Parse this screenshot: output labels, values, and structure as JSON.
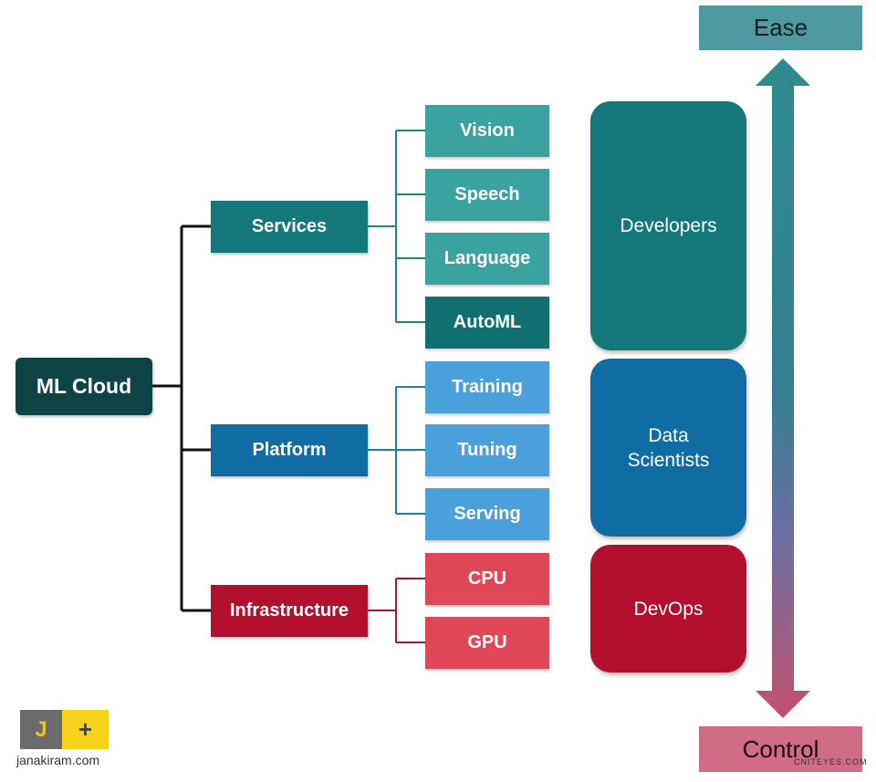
{
  "root": {
    "label": "ML Cloud"
  },
  "categories": [
    {
      "label": "Services",
      "color": "#14777a"
    },
    {
      "label": "Platform",
      "color": "#0f6da3"
    },
    {
      "label": "Infrastructure",
      "color": "#b3102e"
    }
  ],
  "services": [
    {
      "label": "Vision",
      "color": "#3aa39f"
    },
    {
      "label": "Speech",
      "color": "#3aa39f"
    },
    {
      "label": "Language",
      "color": "#3aa39f"
    },
    {
      "label": "AutoML",
      "color": "#10706f"
    }
  ],
  "platform": [
    {
      "label": "Training",
      "color": "#4aa0db"
    },
    {
      "label": "Tuning",
      "color": "#4aa0db"
    },
    {
      "label": "Serving",
      "color": "#4aa0db"
    }
  ],
  "infrastructure": [
    {
      "label": "CPU",
      "color": "#e04756"
    },
    {
      "label": "GPU",
      "color": "#e04756"
    }
  ],
  "audiences": [
    {
      "label": "Developers",
      "color": "#14777a"
    },
    {
      "label": "Data Scientists",
      "color": "#0f6da3"
    },
    {
      "label": "DevOps",
      "color": "#b3102e"
    }
  ],
  "scale": {
    "top": "Ease",
    "bottom": "Control"
  },
  "logo": {
    "left": "J",
    "right": "+",
    "site": "janakiram.com"
  },
  "watermark": "CNITEYES.COM"
}
